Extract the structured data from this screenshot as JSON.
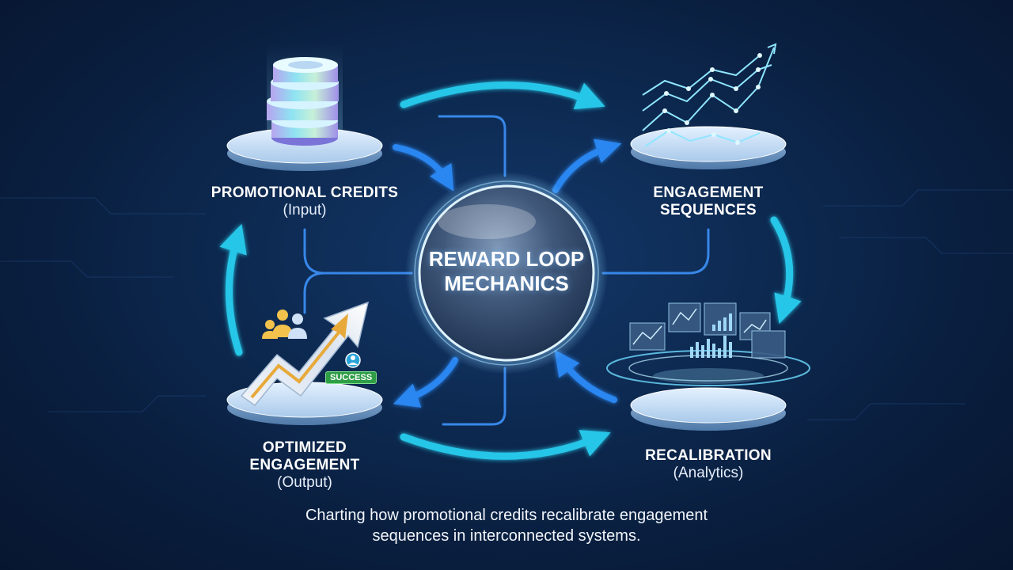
{
  "hub": {
    "line1": "REWARD LOOP",
    "line2": "MECHANICS"
  },
  "nodes": {
    "credits": {
      "title": "PROMOTIONAL CREDITS",
      "subtitle": "(Input)"
    },
    "sequences": {
      "title_line1": "ENGAGEMENT",
      "title_line2": "SEQUENCES"
    },
    "recalibration": {
      "title": "RECALIBRATION",
      "subtitle": "(Analytics)"
    },
    "optimized": {
      "title_line1": "OPTIMIZED",
      "title_line2": "ENGAGEMENT",
      "subtitle": "(Output)"
    }
  },
  "badge": {
    "label": "SUCCESS"
  },
  "caption": {
    "line1": "Charting how promotional credits recalibrate engagement",
    "line2": "sequences in interconnected systems."
  },
  "colors": {
    "background": "#0d2a52",
    "arrow_cyan": "#28c6e8",
    "arrow_blue": "#2a86f0",
    "connector": "#3a8cf0",
    "platform": "#c7def5",
    "success_badge": "#2f9e47",
    "trend_arrow_gold": "#e7a93a"
  },
  "icons": [
    "coin-stack-icon",
    "line-chart-icon",
    "dashboard-hologram-icon",
    "growth-arrow-icon",
    "users-icon",
    "user-badge-icon"
  ]
}
